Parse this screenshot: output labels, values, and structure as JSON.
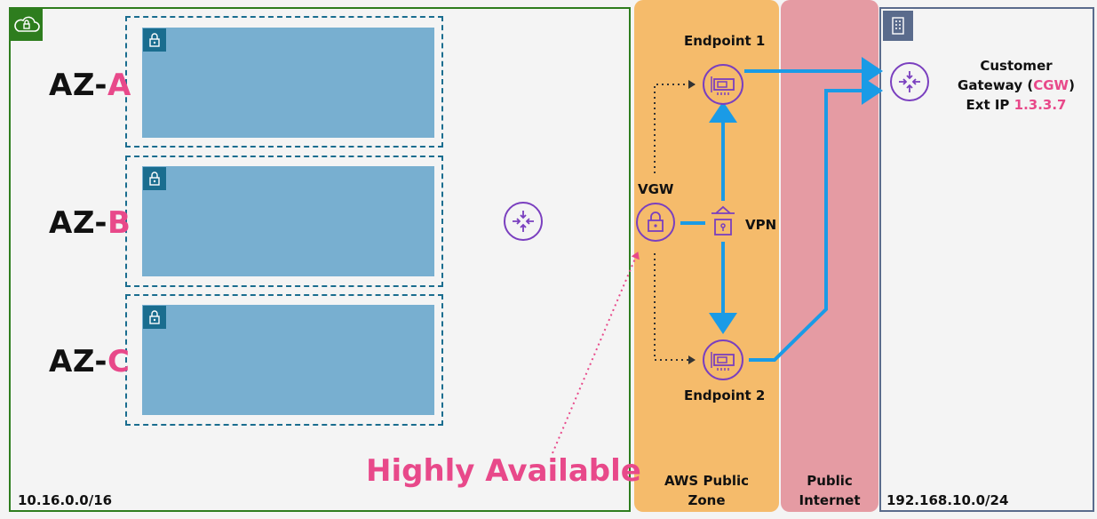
{
  "vpc": {
    "cidr": "10.16.0.0/16",
    "azs": [
      {
        "prefix": "AZ-",
        "letter": "A"
      },
      {
        "prefix": "AZ-",
        "letter": "B"
      },
      {
        "prefix": "AZ-",
        "letter": "C"
      }
    ]
  },
  "aws_zone": {
    "label_line1": "AWS Public",
    "label_line2": "Zone"
  },
  "internet_zone": {
    "label_line1": "Public",
    "label_line2": "Internet"
  },
  "customer": {
    "cidr": "192.168.10.0/24",
    "line1": "Customer",
    "line2_pre": "Gateway (",
    "line2_hl": "CGW",
    "line2_post": ")",
    "line3_pre": "Ext IP ",
    "line3_hl": "1.3.3.7"
  },
  "nodes": {
    "vgw": "VGW",
    "vpn": "VPN",
    "endpoint1": "Endpoint 1",
    "endpoint2": "Endpoint 2"
  },
  "annotation": "Highly Available",
  "colors": {
    "vpc_border": "#2e7d1e",
    "subnet": "#78afd0",
    "accent_pink": "#e8498a",
    "aws_zone": "#f5bb6b",
    "internet_zone": "#e59ba3",
    "link_blue": "#1a9be6",
    "icon_purple": "#7a3fbf"
  }
}
